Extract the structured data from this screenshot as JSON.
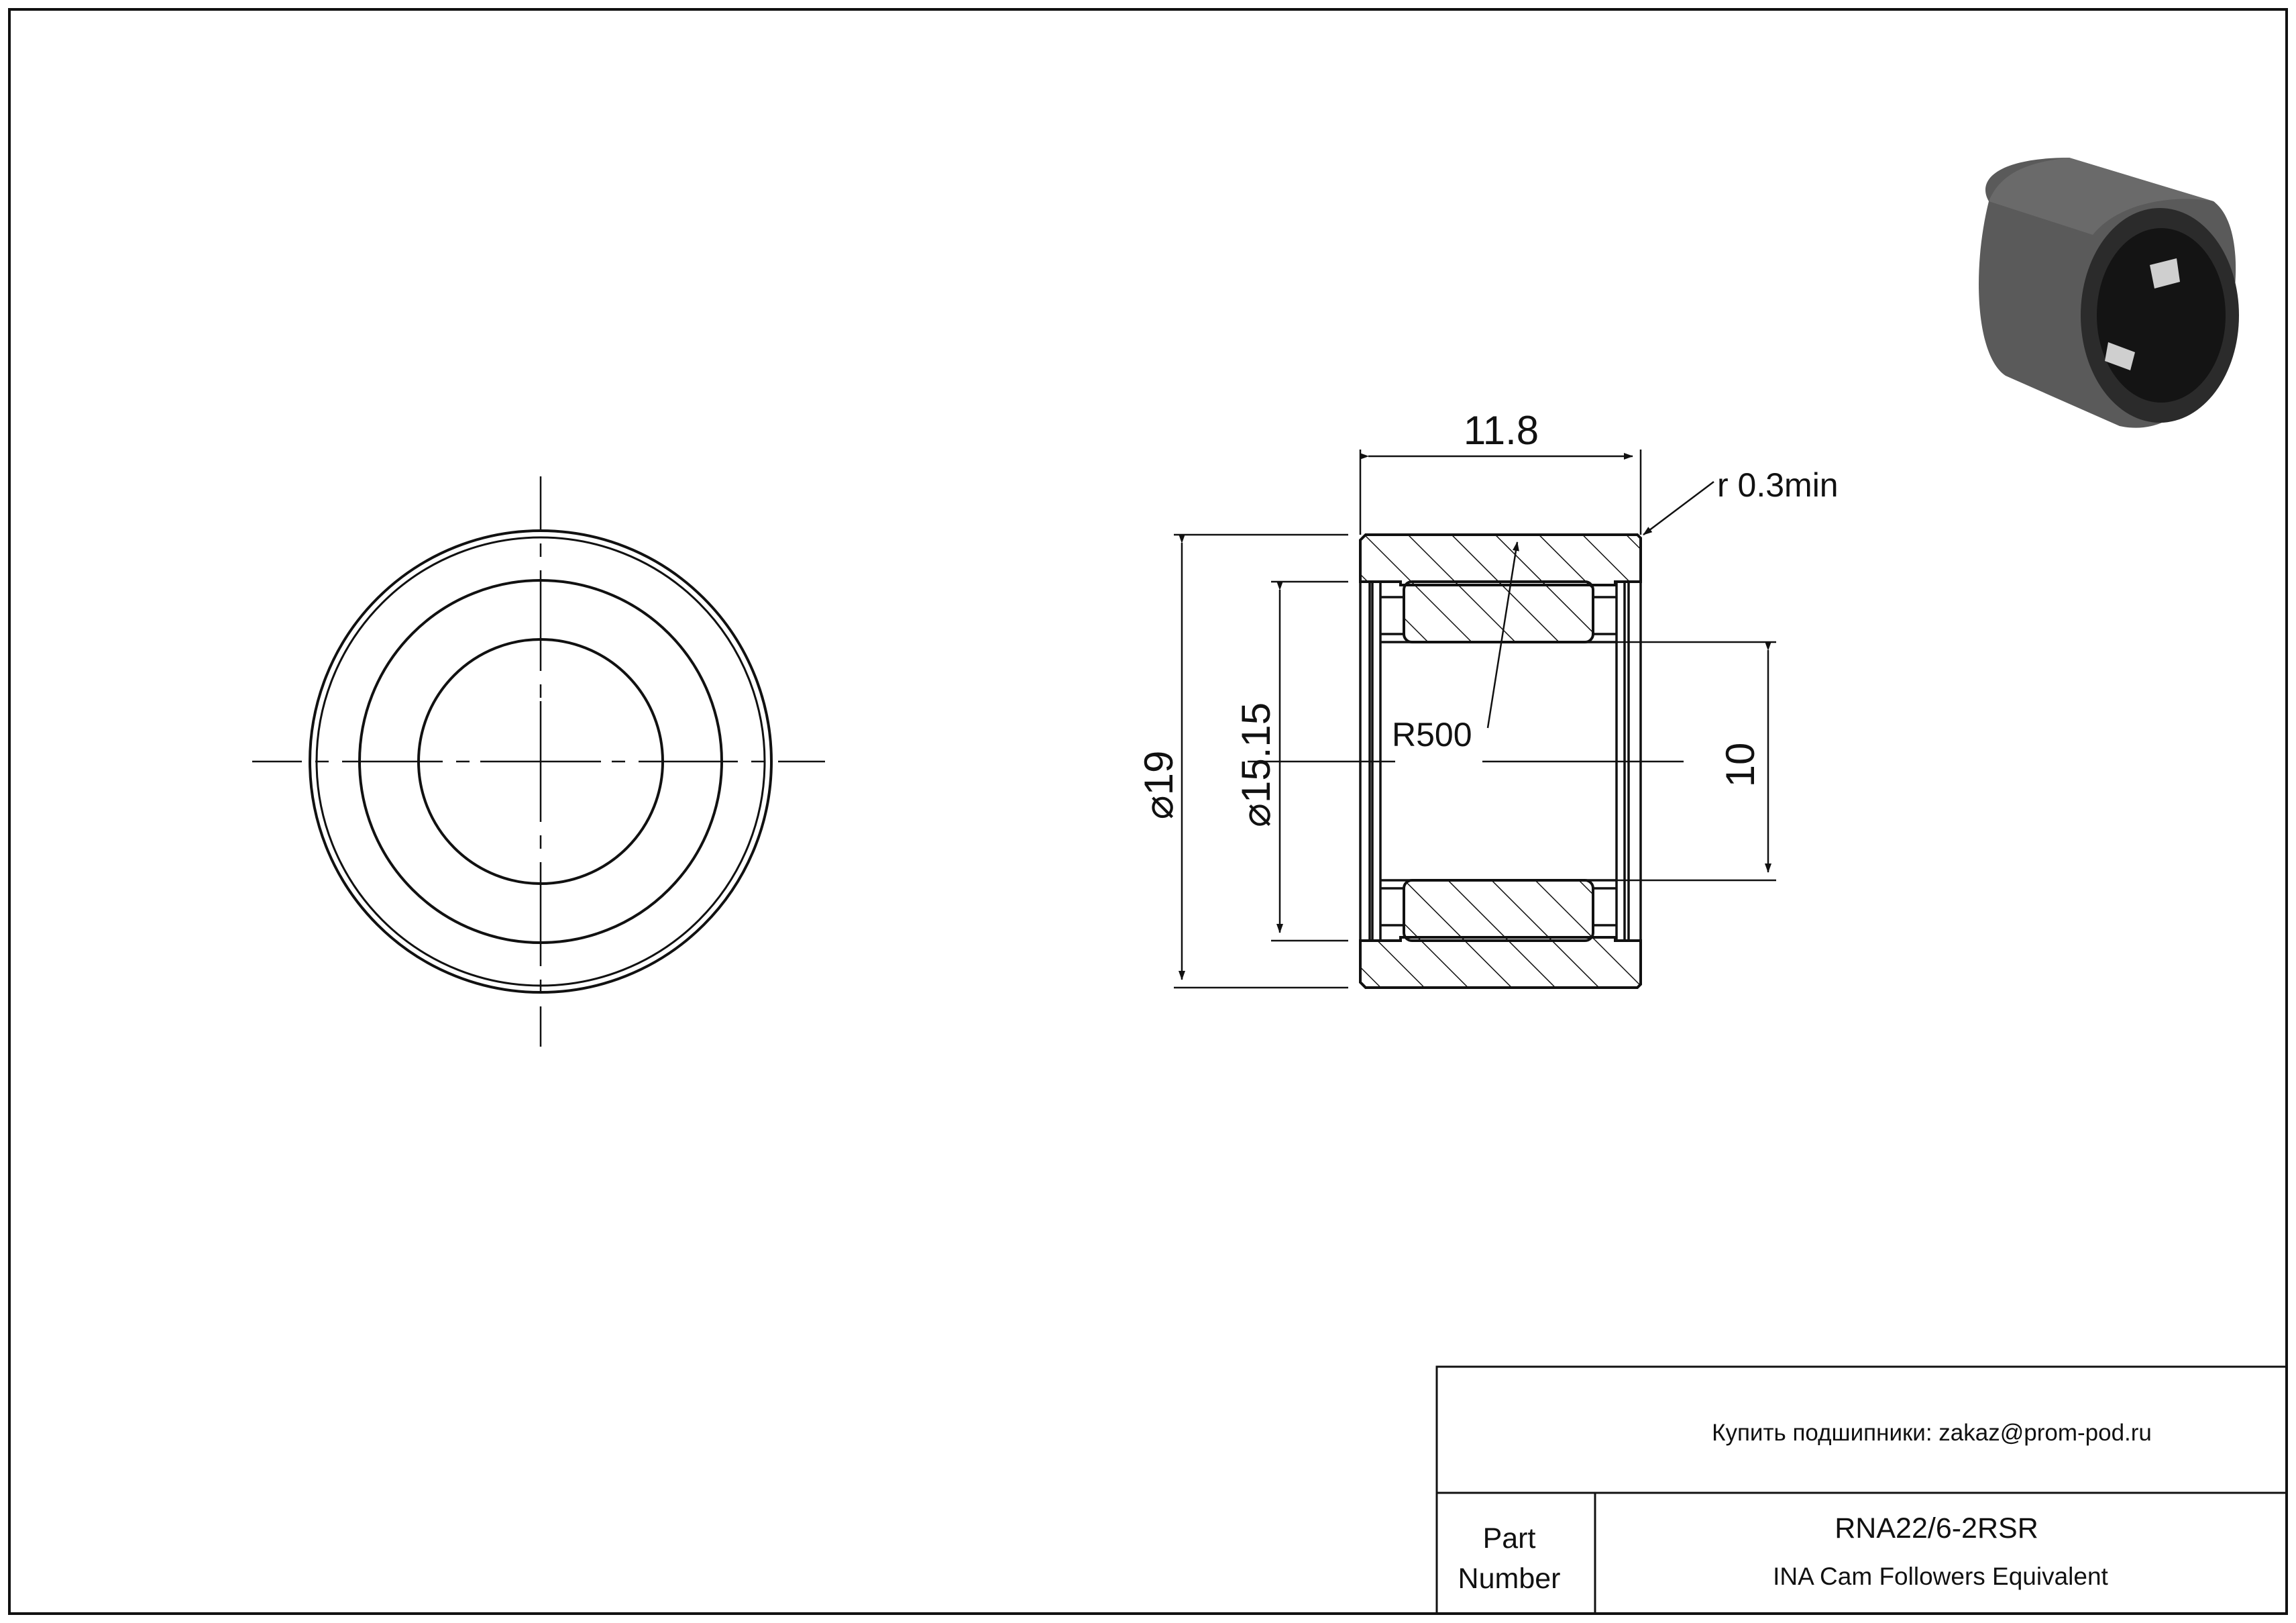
{
  "drawing": {
    "dimensions": {
      "width": "11.8",
      "outer_diameter": "19",
      "inner_ring_diameter": "15.15",
      "bore": "10",
      "fillet": "r 0.3min",
      "radius": "R500"
    },
    "diameter_symbol": "⌀",
    "title_block": {
      "contact": "Купить подшипники: zakaz@prom-pod.ru",
      "part_label_line1": "Part",
      "part_label_line2": "Number",
      "part_number": "RNA22/6-2RSR",
      "description": "INA Cam Followers Equivalent"
    },
    "colors": {
      "line": "#111111",
      "model_body": "#5a5a5a",
      "model_dark": "#2b2b2b"
    },
    "icons": [
      "bearing-3d-icon"
    ]
  }
}
